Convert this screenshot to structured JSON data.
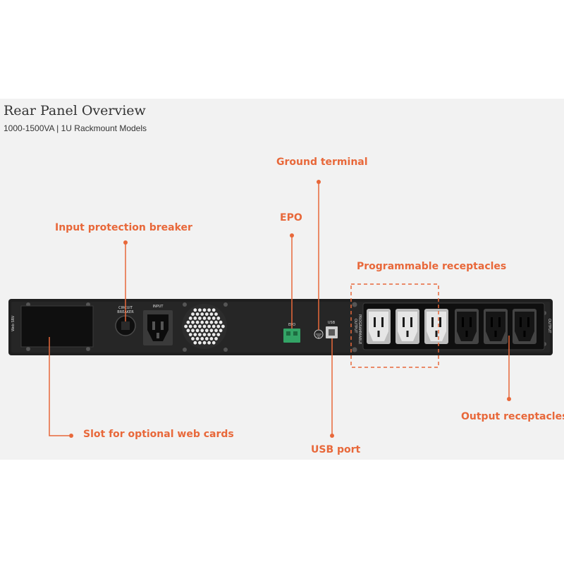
{
  "title": "Rear Panel Overview",
  "subtitle": "1000-1500VA | 1U Rackmount Models",
  "panel_labels": {
    "circuit_breaker_line1": "CIRCUIT",
    "circuit_breaker_line2": "BREAKER",
    "input": "INPUT",
    "epo": "EPO",
    "usb": "USB",
    "web_slot": "Web SRV",
    "programmable_group_line1": "PROGRAMMABLE",
    "programmable_group_line2": "OUTPUT",
    "output_group": "OUTPUT"
  },
  "callouts": {
    "ground_terminal": "Ground terminal",
    "epo": "EPO",
    "input_protection_breaker": "Input protection breaker",
    "programmable_receptacles": "Programmable receptacles",
    "web_card_slot": "Slot for optional web cards",
    "usb_port": "USB port",
    "output_receptacles": "Output receptacles"
  },
  "colors": {
    "accent": "#e8683a",
    "panel": "#1f1f1f",
    "background": "#f2f2f2"
  }
}
